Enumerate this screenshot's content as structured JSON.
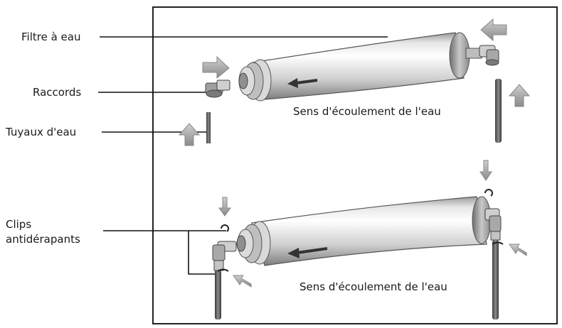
{
  "labels": {
    "filter": "Filtre à eau",
    "fittings": "Raccords",
    "pipes": "Tuyaux d'eau",
    "clips": "Clips antidérapants"
  },
  "flow_text_top": "Sens d'écoulement de l'eau",
  "flow_text_bottom": "Sens d'écoulement de l'eau"
}
